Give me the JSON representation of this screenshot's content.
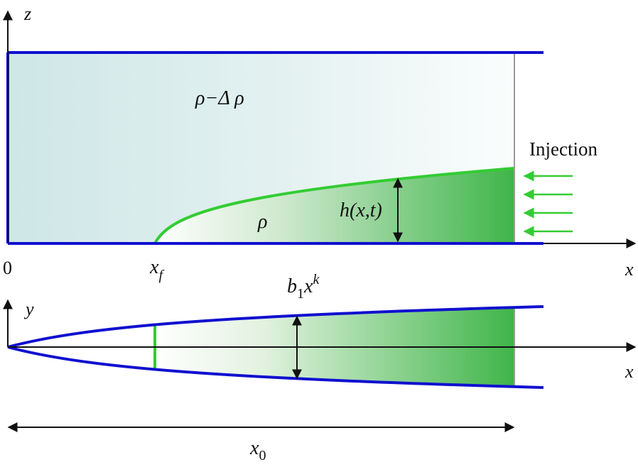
{
  "labels": {
    "z_axis": "z",
    "x_axis_top": "x",
    "y_axis": "y",
    "x_axis_bottom": "x",
    "origin": "0",
    "upper_fluid_density": "ρ−Δ ρ",
    "current_density": "ρ",
    "current_height_h": "h",
    "current_height_args": "(x,t)",
    "front_x": "x",
    "front_sub": "f",
    "width_b": "b",
    "width_sub": "1",
    "width_x": "x",
    "width_sup": "k",
    "injection": "Injection",
    "length_x": "x",
    "length_sub": "0"
  },
  "colors": {
    "wall": "#1010d0",
    "current": "#3cb34a",
    "current_edge": "#33cc33",
    "ambient": "#cfe8e8",
    "axis": "#111111"
  }
}
